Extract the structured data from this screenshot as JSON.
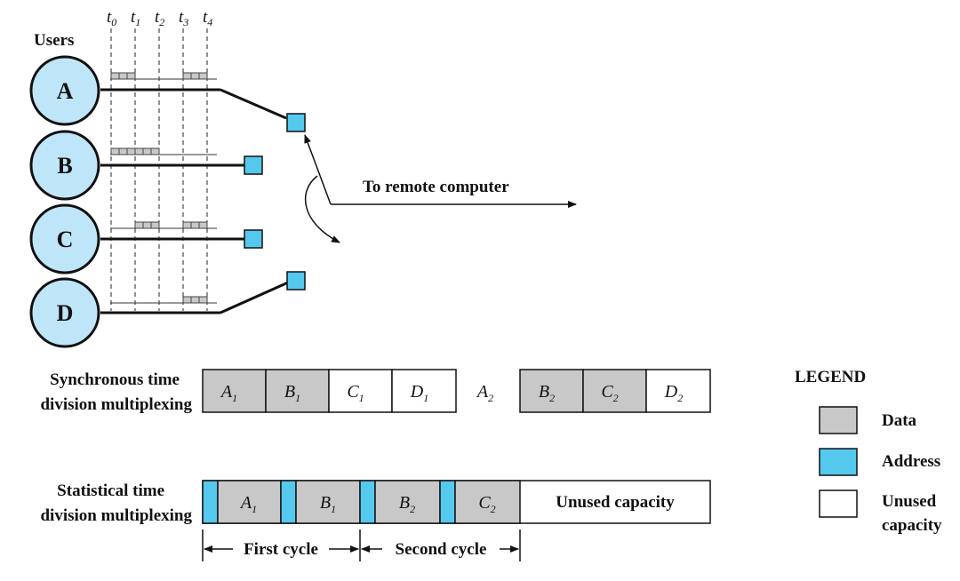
{
  "diagram": {
    "users_label": "Users",
    "time_marks": [
      {
        "letter": "t",
        "sub": "0"
      },
      {
        "letter": "t",
        "sub": "1"
      },
      {
        "letter": "t",
        "sub": "2"
      },
      {
        "letter": "t",
        "sub": "3"
      },
      {
        "letter": "t",
        "sub": "4"
      }
    ],
    "users": [
      "A",
      "B",
      "C",
      "D"
    ],
    "remote_label": "To remote computer"
  },
  "sync_tdm": {
    "label_line1": "Synchronous time",
    "label_line2": "division multiplexing",
    "slots": [
      {
        "letter": "A",
        "sub": "1",
        "kind": "data"
      },
      {
        "letter": "B",
        "sub": "1",
        "kind": "data"
      },
      {
        "letter": "C",
        "sub": "1",
        "kind": "unused"
      },
      {
        "letter": "D",
        "sub": "1",
        "kind": "unused"
      },
      {
        "letter": "A",
        "sub": "2",
        "kind": "gap"
      },
      {
        "letter": "B",
        "sub": "2",
        "kind": "data"
      },
      {
        "letter": "C",
        "sub": "2",
        "kind": "data"
      },
      {
        "letter": "D",
        "sub": "2",
        "kind": "unused"
      }
    ]
  },
  "stat_tdm": {
    "label_line1": "Statistical time",
    "label_line2": "division multiplexing",
    "slots": [
      {
        "letter": "A",
        "sub": "1"
      },
      {
        "letter": "B",
        "sub": "1"
      },
      {
        "letter": "B",
        "sub": "2"
      },
      {
        "letter": "C",
        "sub": "2"
      }
    ],
    "unused_label": "Unused capacity",
    "first_cycle": "First cycle",
    "second_cycle": "Second cycle"
  },
  "legend": {
    "title": "LEGEND",
    "items": [
      {
        "label": "Data",
        "color": "#c8c8c8"
      },
      {
        "label": "Address",
        "color": "#55c8ee"
      },
      {
        "label_line1": "Unused",
        "label_line2": "capacity",
        "color": "#ffffff"
      }
    ]
  },
  "colors": {
    "user_circle": "#bfe6f8",
    "address": "#55c8ee",
    "data": "#c8c8c8"
  }
}
